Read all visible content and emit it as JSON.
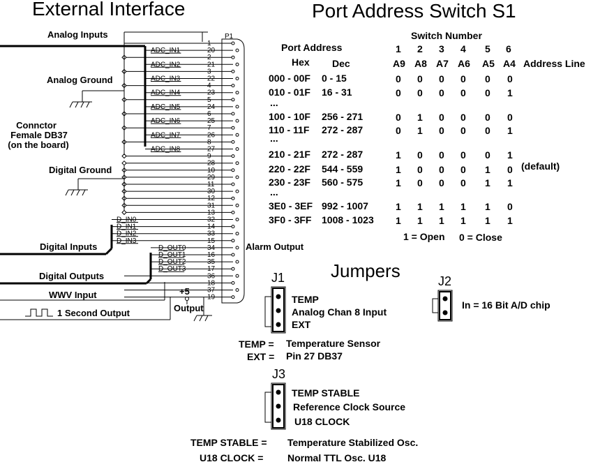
{
  "titles": {
    "external": "External Interface",
    "port_switch": "Port Address Switch S1",
    "jumpers": "Jumpers"
  },
  "left_labels": {
    "analog_inputs": "Analog Inputs",
    "analog_ground": "Analog Ground",
    "connector": [
      "Connctor",
      "Female DB37",
      "(on the board)"
    ],
    "digital_ground": "Digital Ground",
    "digital_inputs": "Digital Inputs",
    "digital_outputs": "Digital Outputs",
    "wwv_input": "WWV Input",
    "second_output": "1 Second Output",
    "plus5": "+5",
    "output": "Output",
    "alarm_output": "Alarm Output",
    "connector_ref": "P1"
  },
  "pins": [
    {
      "num": "1",
      "signal": ""
    },
    {
      "num": "20",
      "signal": "ADC_IN1"
    },
    {
      "num": "2",
      "signal": ""
    },
    {
      "num": "21",
      "signal": "ADC_IN2"
    },
    {
      "num": "3",
      "signal": ""
    },
    {
      "num": "22",
      "signal": "ADC_IN3"
    },
    {
      "num": "4",
      "signal": ""
    },
    {
      "num": "23",
      "signal": "ADC_IN4"
    },
    {
      "num": "5",
      "signal": ""
    },
    {
      "num": "24",
      "signal": "ADC_IN5"
    },
    {
      "num": "6",
      "signal": ""
    },
    {
      "num": "25",
      "signal": "ADC_IN6"
    },
    {
      "num": "7",
      "signal": ""
    },
    {
      "num": "26",
      "signal": "ADC_IN7"
    },
    {
      "num": "8",
      "signal": ""
    },
    {
      "num": "27",
      "signal": "ADC_IN8"
    },
    {
      "num": "9",
      "signal": ""
    },
    {
      "num": "28",
      "signal": ""
    },
    {
      "num": "10",
      "signal": ""
    },
    {
      "num": "29",
      "signal": ""
    },
    {
      "num": "11",
      "signal": ""
    },
    {
      "num": "30",
      "signal": ""
    },
    {
      "num": "12",
      "signal": ""
    },
    {
      "num": "31",
      "signal": ""
    },
    {
      "num": "13",
      "signal": ""
    },
    {
      "num": "32",
      "signal": "D_IN0"
    },
    {
      "num": "14",
      "signal": "D_IN1"
    },
    {
      "num": "33",
      "signal": "D_IN2"
    },
    {
      "num": "15",
      "signal": "D_IN3"
    },
    {
      "num": "34",
      "signal": "D_OUT0"
    },
    {
      "num": "16",
      "signal": "D_OUT1"
    },
    {
      "num": "35",
      "signal": "D_OUT2"
    },
    {
      "num": "17",
      "signal": "D_OUT3"
    },
    {
      "num": "36",
      "signal": ""
    },
    {
      "num": "18",
      "signal": ""
    },
    {
      "num": "37",
      "signal": ""
    },
    {
      "num": "19",
      "signal": ""
    }
  ],
  "switch_table": {
    "header_port": "Port Address",
    "header_switch": "Switch Number",
    "col_hex": "Hex",
    "col_dec": "Dec",
    "switch_nums": [
      "1",
      "2",
      "3",
      "4",
      "5",
      "6"
    ],
    "address_bits": [
      "A9",
      "A8",
      "A7",
      "A6",
      "A5",
      "A4"
    ],
    "address_line": "Address Line",
    "rows": [
      {
        "hex": "000 - 00F",
        "dec": "0 - 15",
        "bits": [
          "0",
          "0",
          "0",
          "0",
          "0",
          "0"
        ],
        "note": ""
      },
      {
        "hex": "010 - 01F",
        "dec": "16 - 31",
        "bits": [
          "0",
          "0",
          "0",
          "0",
          "0",
          "1"
        ],
        "note": ""
      },
      {
        "ellipsis": "..."
      },
      {
        "hex": "100 - 10F",
        "dec": "256 - 271",
        "bits": [
          "0",
          "1",
          "0",
          "0",
          "0",
          "0"
        ],
        "note": ""
      },
      {
        "hex": "110 - 11F",
        "dec": "272 - 287",
        "bits": [
          "0",
          "1",
          "0",
          "0",
          "0",
          "1"
        ],
        "note": ""
      },
      {
        "ellipsis": "..."
      },
      {
        "hex": "210 - 21F",
        "dec": "272 - 287",
        "bits": [
          "1",
          "0",
          "0",
          "0",
          "0",
          "1"
        ],
        "note": ""
      },
      {
        "hex": "220 - 22F",
        "dec": "544 - 559",
        "bits": [
          "1",
          "0",
          "0",
          "0",
          "1",
          "0"
        ],
        "note": "(default)"
      },
      {
        "hex": "230 - 23F",
        "dec": "560 - 575",
        "bits": [
          "1",
          "0",
          "0",
          "0",
          "1",
          "1"
        ],
        "note": ""
      },
      {
        "ellipsis": "..."
      },
      {
        "hex": "3E0 - 3EF",
        "dec": "992 - 1007",
        "bits": [
          "1",
          "1",
          "1",
          "1",
          "1",
          "0"
        ],
        "note": ""
      },
      {
        "hex": "3F0 - 3FF",
        "dec": "1008 - 1023",
        "bits": [
          "1",
          "1",
          "1",
          "1",
          "1",
          "1"
        ],
        "note": ""
      }
    ],
    "legend_open": "1 = Open",
    "legend_close": "0 = Close"
  },
  "jumpers": {
    "j1": {
      "name": "J1",
      "positions": [
        "TEMP",
        "Analog Chan 8 Input",
        "EXT"
      ],
      "notes": [
        [
          "TEMP =",
          "Temperature Sensor"
        ],
        [
          "EXT =",
          "Pin 27 DB37"
        ]
      ]
    },
    "j2": {
      "name": "J2",
      "label": "In = 16 Bit A/D chip"
    },
    "j3": {
      "name": "J3",
      "positions": [
        "TEMP STABLE",
        "Reference Clock Source",
        "U18 CLOCK"
      ],
      "notes": [
        [
          "TEMP STABLE =",
          "Temperature Stabilized Osc."
        ],
        [
          "U18 CLOCK =",
          "Normal TTL Osc. U18"
        ]
      ]
    }
  }
}
